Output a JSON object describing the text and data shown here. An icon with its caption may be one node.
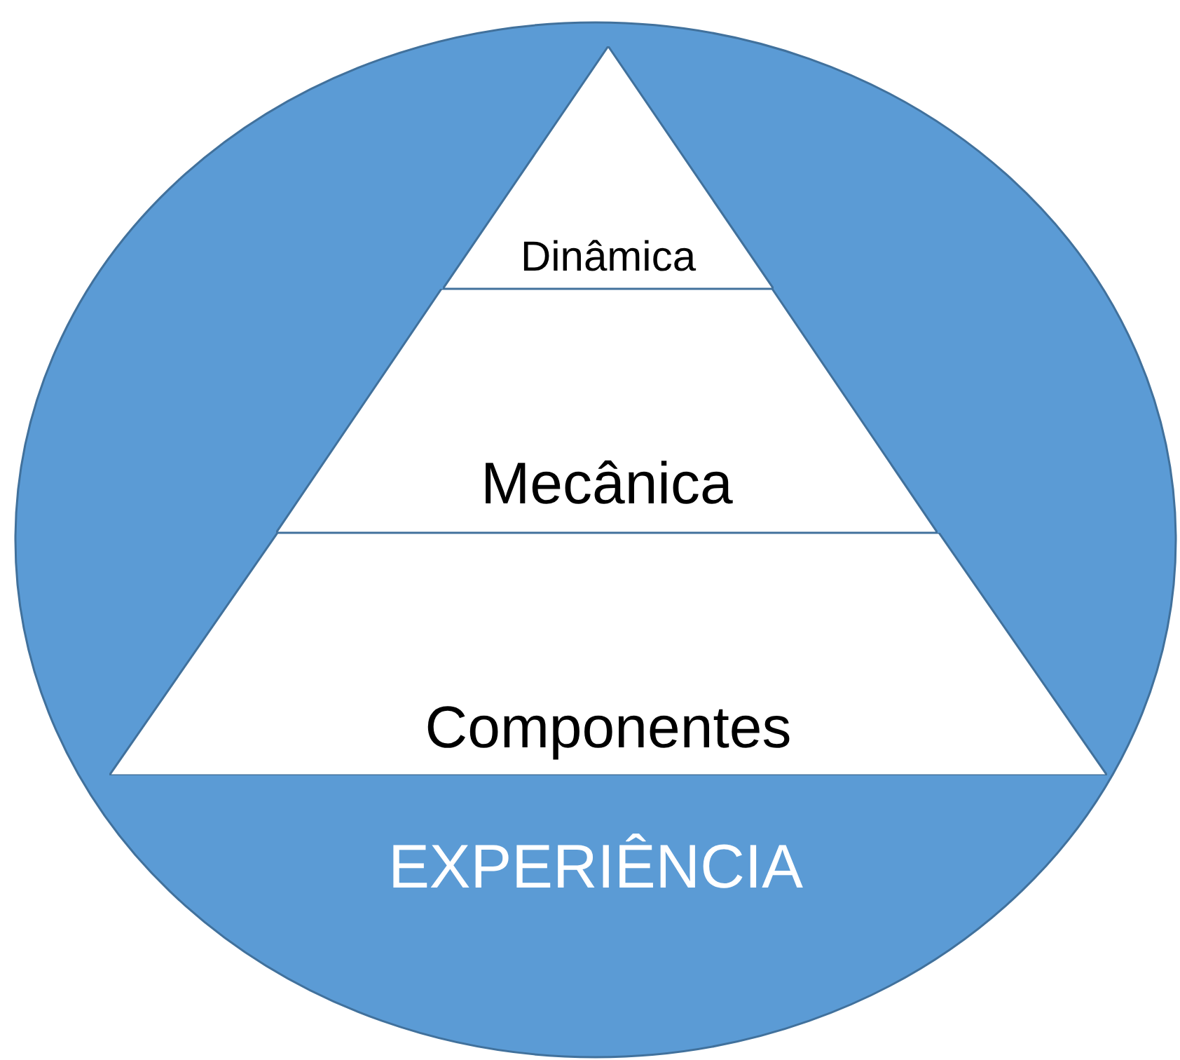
{
  "diagram": {
    "nodes": [
      {
        "text": [
          "EXPERIÊNCIA"
        ]
      },
      {
        "text": [
          "Dinâmica"
        ],
        "in": 0
      },
      {
        "text": [
          "Mecânica"
        ],
        "in": 0
      },
      {
        "text": [
          "Componentes"
        ],
        "in": 0
      }
    ]
  }
}
